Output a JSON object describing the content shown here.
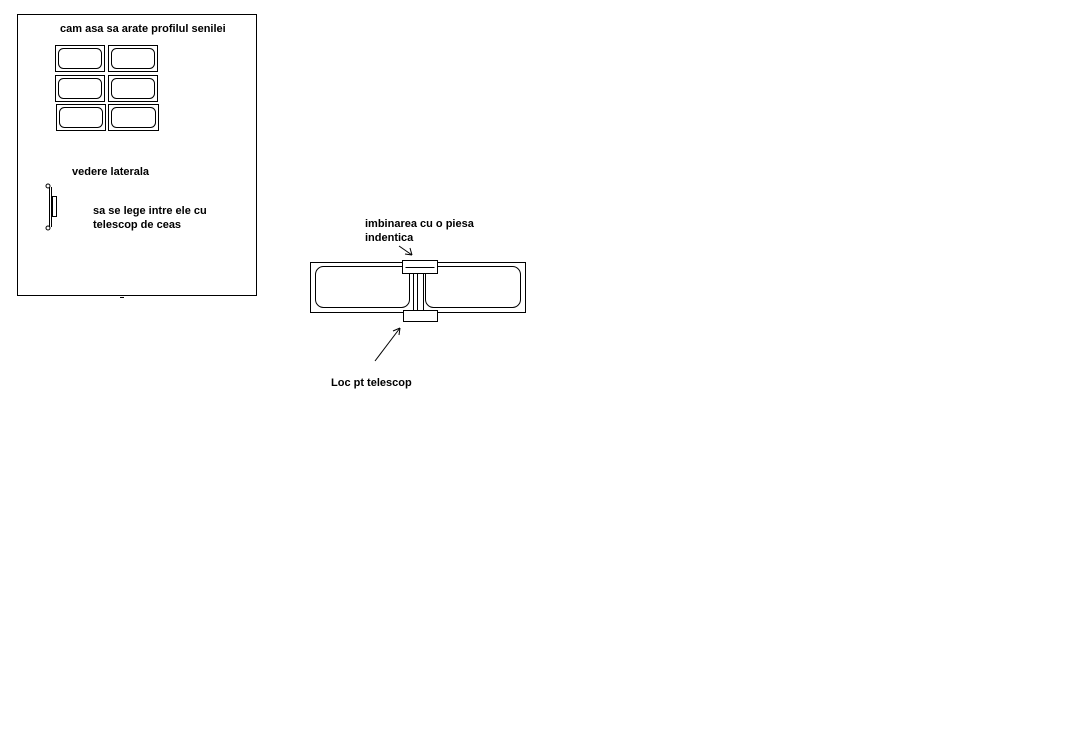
{
  "panel": {
    "title": "cam asa sa arate profilul senilei",
    "side_view_label": "vedere laterala",
    "note_line1": "sa se lege  intre ele cu",
    "note_line2": "telescop de ceas"
  },
  "assembly": {
    "joint_label_line1": "imbinarea cu o piesa",
    "joint_label_line2": "indentica",
    "telescope_label": "Loc pt telescop"
  },
  "colors": {
    "stroke": "#000000",
    "background": "#ffffff"
  }
}
